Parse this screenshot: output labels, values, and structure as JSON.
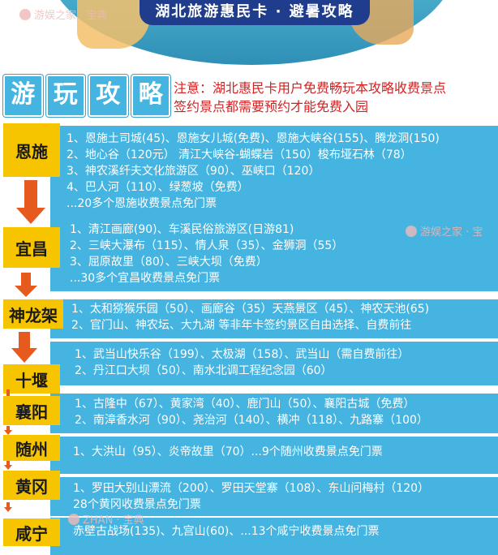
{
  "banner": {
    "title": "湖北旅游惠民卡 · 避暑攻略",
    "watermark": "游娱之家 · 宝典",
    "watermark_right": "游娱之家 · 宝",
    "watermark_bottom": "ZHAN · 宝典"
  },
  "heading": {
    "chars": [
      "游",
      "玩",
      "攻",
      "略"
    ]
  },
  "notice": {
    "line1": "注意：湖北惠民卡用户免费畅玩本攻略收费景点",
    "line2": "签约景点都需要预约才能免费入园"
  },
  "regions": [
    {
      "city": "恩施",
      "lines": [
        "1、恩施土司城(45)、恩施女儿城(免费)、恩施大峡谷(155)、腾龙洞(150)",
        "2、地心谷（120元） 清江大峡谷-蝴蝶岩（150）梭布垭石林（78）",
        "3、神农溪纤夫文化旅游区（90）、巫峡口（120）",
        "4、巴人河（110）、绿葱坡（免费）",
        "...20多个恩施收费景点免门票"
      ]
    },
    {
      "city": "宜昌",
      "lines": [
        "1、清江画廊(90)、车溪民俗旅游区(日游81)",
        "2、三峡大瀑布（115）、情人泉（35）、金狮洞（55）",
        "3、屈原故里（80）、三峡大坝（免费）",
        "...30多个宜昌收费景点免门票"
      ]
    },
    {
      "city": "神龙架",
      "lines": [
        "1、太和猕猴乐园（50）、画廊谷（35）天燕景区（45）、神农天池(65)",
        "2、官门山、神农坛、大九湖 等非年卡签约景区自由选择、自费前往"
      ]
    },
    {
      "city": "十堰",
      "lines": [
        "1、武当山快乐谷（199）、太极湖（158）、武当山（需自费前往）",
        "2、丹江口大坝（50）、南水北调工程纪念园（60）"
      ]
    },
    {
      "city": "襄阳",
      "lines": [
        "1、古隆中（67）、黄家湾（40）、鹿门山（50）、襄阳古城（免费）",
        "2、南漳香水河（90）、尧治河（140）、横冲（118）、九路寨（100）"
      ]
    },
    {
      "city": "随州",
      "lines": [
        "1、大洪山（95）、炎帝故里（70）...9个随州收费景点免门票"
      ]
    },
    {
      "city": "黄冈",
      "lines": [
        "1、罗田大别山漂流（200）、罗田天堂寨（108）、东山问梅村（120）",
        "28个黄冈收费景点免门票"
      ]
    },
    {
      "city": "咸宁",
      "lines": [
        "赤壁古战场(135)、九宫山(60)、...13个咸宁收费景点免门票"
      ]
    }
  ],
  "colors": {
    "panel": "#45b4e0",
    "city_box": "#f7c400",
    "arrow": "#e65a1e",
    "title_pill": "#1f3d8c",
    "notice": "#d62020"
  }
}
